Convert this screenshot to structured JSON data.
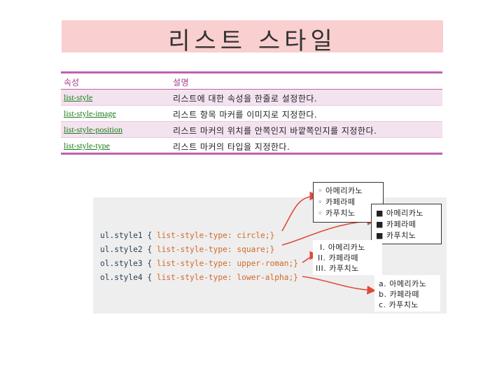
{
  "title": "리스트 스타일",
  "table": {
    "headers": [
      "속성",
      "설명"
    ],
    "rows": [
      {
        "prop": "list-style",
        "desc": "리스트에 대한 속성을 한줄로 설정한다."
      },
      {
        "prop": "list-style-image",
        "desc": "리스트 항목 마커를 이미지로 지정한다."
      },
      {
        "prop": "list-style-position",
        "desc": "리스트 마커의 위치를 안쪽인지 바깥쪽인지를 지정한다."
      },
      {
        "prop": "list-style-type",
        "desc": "리스트 마커의 타입을 지정한다."
      }
    ]
  },
  "code": [
    {
      "sel": "ul.style1",
      "open": " { ",
      "prop": "list-style-type:",
      "val": " circle;}"
    },
    {
      "sel": "ul.style2",
      "open": " { ",
      "prop": "list-style-type:",
      "val": " square;}"
    },
    {
      "sel": "ol.style3",
      "open": " { ",
      "prop": "list-style-type:",
      "val": " upper-roman;}"
    },
    {
      "sel": "ol.style4",
      "open": " { ",
      "prop": "list-style-type:",
      "val": " lower-alpha;}"
    }
  ],
  "examples": {
    "circle": [
      {
        "marker": "◦",
        "text": "아메리카노"
      },
      {
        "marker": "◦",
        "text": "카페라떼"
      },
      {
        "marker": "◦",
        "text": "카푸치노"
      }
    ],
    "square": [
      {
        "marker": "■",
        "text": "아메리카노"
      },
      {
        "marker": "■",
        "text": "카페라떼"
      },
      {
        "marker": "■",
        "text": "카푸치노"
      }
    ],
    "roman": [
      {
        "marker": "I.",
        "text": "아메리카노"
      },
      {
        "marker": "II.",
        "text": "카페라떼"
      },
      {
        "marker": "III.",
        "text": "카푸치노"
      }
    ],
    "alpha": [
      {
        "marker": "a.",
        "text": "아메리카노"
      },
      {
        "marker": "b.",
        "text": "카페라떼"
      },
      {
        "marker": "c.",
        "text": "카푸치노"
      }
    ]
  },
  "colors": {
    "title_bg": "#f9cfd0",
    "table_rule": "#c060b0",
    "arrow": "#e04a3a",
    "link": "#1a7a1a"
  }
}
